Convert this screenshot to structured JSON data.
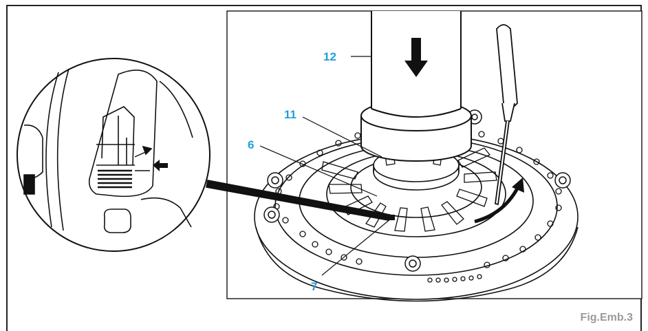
{
  "figure": {
    "caption": "Fig.Emb.3",
    "callouts": {
      "c12": "12",
      "c11": "11",
      "c6": "6",
      "c7": "7"
    },
    "colors": {
      "callout": "#1ea0dc",
      "caption": "#9a9a9a",
      "line": "#111111",
      "frame": "#222222"
    }
  }
}
